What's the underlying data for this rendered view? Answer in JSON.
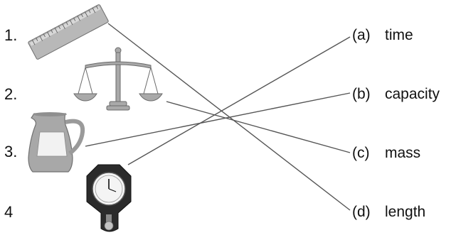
{
  "items": [
    {
      "number": "1.",
      "picture": "ruler-icon"
    },
    {
      "number": "2.",
      "picture": "balance-scale-icon"
    },
    {
      "number": "3.",
      "picture": "jug-icon"
    },
    {
      "number": "4",
      "picture": "pendulum-clock-icon"
    }
  ],
  "options": [
    {
      "letter": "(a)",
      "label": "time"
    },
    {
      "letter": "(b)",
      "label": "capacity"
    },
    {
      "letter": "(c)",
      "label": "mass"
    },
    {
      "letter": "(d)",
      "label": "length"
    }
  ],
  "matches": [
    {
      "item": "1.",
      "option": "(d)"
    },
    {
      "item": "2.",
      "option": "(c)"
    },
    {
      "item": "3.",
      "option": "(b)"
    },
    {
      "item": "4",
      "option": "(a)"
    }
  ],
  "colors": {
    "line": "#555555",
    "text": "#111111"
  }
}
